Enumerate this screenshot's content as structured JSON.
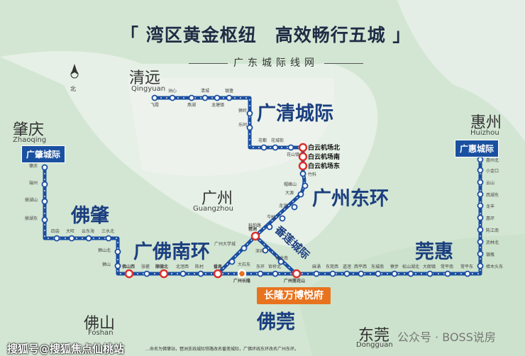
{
  "header": {
    "title": "「 湾区黄金枢纽　高效畅行五城 」",
    "subtitle": "广东城际线网"
  },
  "compass": {
    "label": "北"
  },
  "cities": [
    {
      "zh": "清远",
      "en": "Qingyuan"
    },
    {
      "zh": "肇庆",
      "en": "Zhaoqing"
    },
    {
      "zh": "广州",
      "en": "Guangzhou"
    },
    {
      "zh": "惠州",
      "en": "Huizhou"
    },
    {
      "zh": "佛山",
      "en": "Foshan"
    },
    {
      "zh": "东莞",
      "en": "Dongguan"
    }
  ],
  "lines": {
    "guangzhao": "广肇城际",
    "guanghui": "广惠城际",
    "guangqing": "广清城际",
    "gz_east": "广州东环",
    "fozhao": "佛肇",
    "gf_south": "广佛南环",
    "guanhui": "莞惠",
    "foguan": "佛莞",
    "panlian": "番莲城际"
  },
  "stations": {
    "guangqing": [
      "飞霞",
      "洲心",
      "燕湖",
      "清城",
      "龙塘镇",
      "银盏",
      "狮岭",
      "乐同",
      "花都",
      "花城街",
      "花山镇"
    ],
    "airport": [
      "白云机场北",
      "白云机场南",
      "白云机场东",
      "竹料"
    ],
    "east": [
      "帽峰山",
      "大源",
      "龙洞",
      "岑村",
      "科韵路",
      "琶洲",
      "广州大学城",
      "大石东",
      "深井",
      "化龙南"
    ],
    "zhaoqing": [
      "肇庆",
      "端州",
      "鼎湖山",
      "鼎湖东",
      "四会",
      "大旺",
      "云东海",
      "三水北",
      "狮山北",
      "狮山"
    ],
    "south": [
      "佛山西",
      "张槎",
      "顺德北",
      "北滘西",
      "陈村",
      "番禺",
      "广州长隆",
      "东环",
      "官桥北",
      "广州莲花山",
      "麻涌",
      "东莞西",
      "道滘",
      "西平西",
      "东城南",
      "寮步",
      "松山湖北",
      "大朗镇",
      "常平南",
      "常平东"
    ],
    "huizhou": [
      "惠州北",
      "小金口",
      "云山",
      "西湖东",
      "龙丰",
      "惠环",
      "陈江南",
      "沥林北",
      "银瓶",
      "樟木头东"
    ]
  },
  "callout": "长隆万博悦府",
  "footnote": "…命名为佛肇站，琶洲支线城际铁路改名番莲城际，广佛环线东环改名广州东环。",
  "watermarks": [
    "搜狐号@搜狐焦点仙桃站",
    "公众号 · BOSS说房"
  ],
  "colors": {
    "line": "#1a4ea0",
    "transfer": "#d9302c",
    "callout": "#e8731f"
  }
}
